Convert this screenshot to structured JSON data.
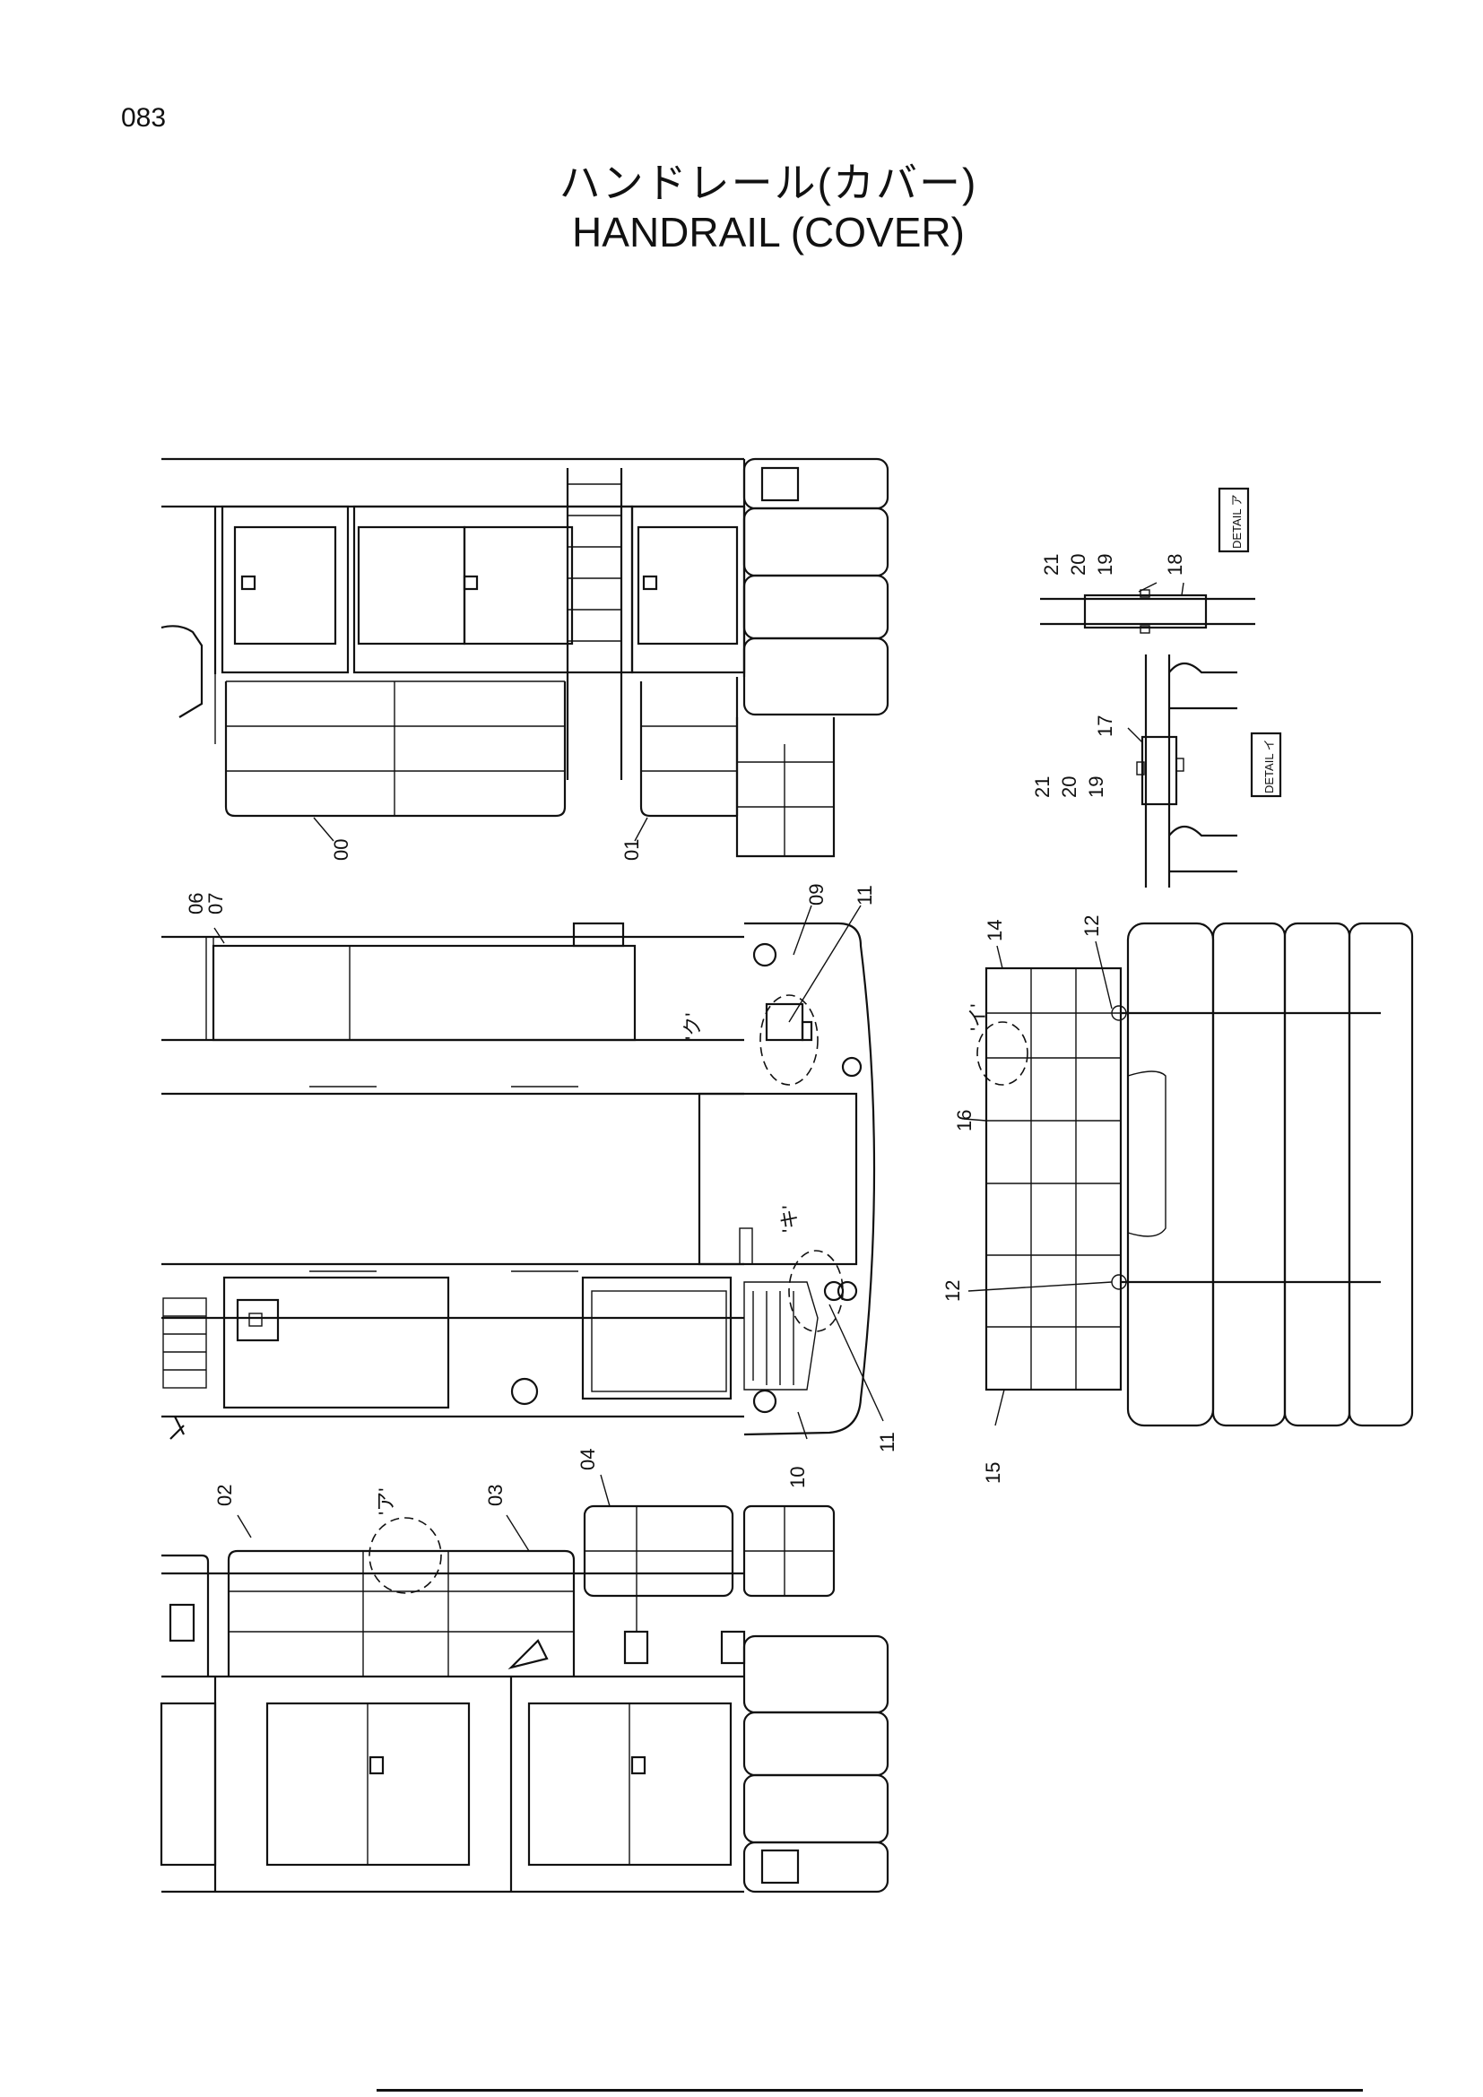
{
  "page": {
    "number": "083"
  },
  "title": {
    "japanese": "ハンドレール(カバー)",
    "english": "HANDRAIL (COVER)"
  },
  "callouts": {
    "c00": "00",
    "c01": "01",
    "c02": "02",
    "c03": "03",
    "c04": "04",
    "c06": "06",
    "c07": "07",
    "c09": "09",
    "c10": "10",
    "c11a": "11",
    "c11b": "11",
    "c12a": "12",
    "c12b": "12",
    "c14": "14",
    "c15": "15",
    "c16": "16",
    "c17": "17",
    "c18": "18",
    "d1_19": "19",
    "d1_20": "20",
    "d1_21": "21",
    "d2_19": "19",
    "d2_20": "20",
    "d2_21": "21"
  },
  "detail_marks": {
    "ku": "'ク'",
    "ki": "'キ'",
    "a": "'ア'",
    "i": "'イ'"
  },
  "detail_labels": {
    "top": "DETAIL ア",
    "bottom": "DETAIL イ"
  }
}
